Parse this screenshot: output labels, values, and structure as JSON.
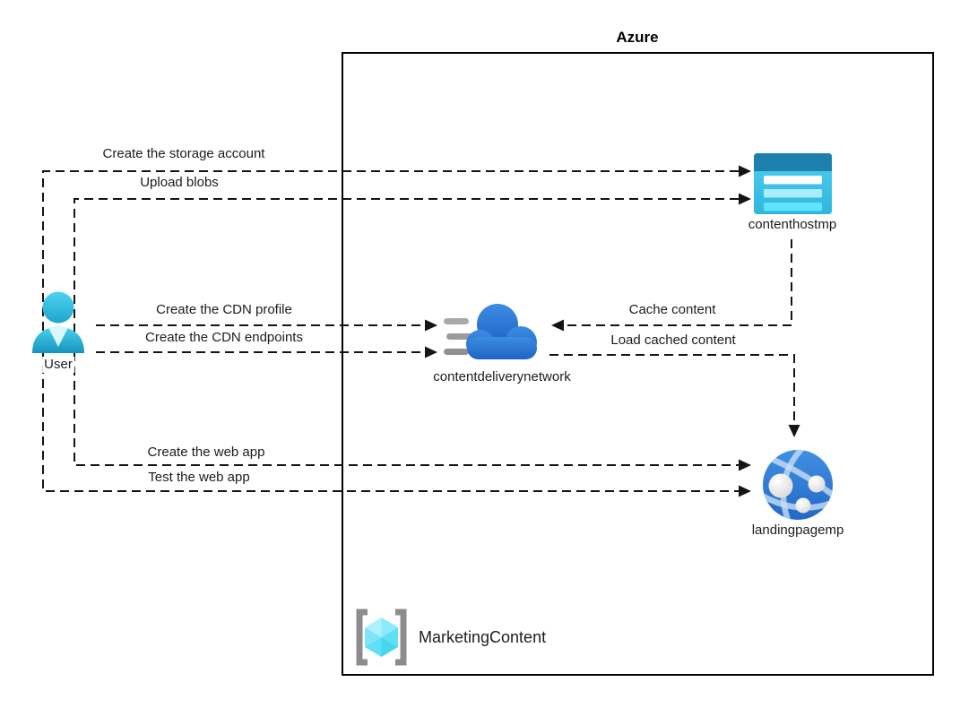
{
  "boundary": {
    "label": "Azure"
  },
  "nodes": {
    "user": {
      "label": "User",
      "icon": "user-icon"
    },
    "storage": {
      "label": "contenthostmp",
      "icon": "storage-account-icon"
    },
    "cdn": {
      "label": "contentdeliverynetwork",
      "icon": "cdn-icon"
    },
    "webapp": {
      "label": "landingpagemp",
      "icon": "web-app-globe-icon"
    },
    "resource_group": {
      "label": "MarketingContent",
      "icon": "resource-group-icon"
    }
  },
  "edges": [
    {
      "id": "create-storage-account",
      "label": "Create the storage account",
      "from": "user",
      "to": "storage"
    },
    {
      "id": "upload-blobs",
      "label": "Upload blobs",
      "from": "user",
      "to": "storage"
    },
    {
      "id": "create-cdn-profile",
      "label": "Create the CDN profile",
      "from": "user",
      "to": "cdn"
    },
    {
      "id": "create-cdn-endpoints",
      "label": "Create the CDN endpoints",
      "from": "user",
      "to": "cdn"
    },
    {
      "id": "cache-content",
      "label": "Cache content",
      "from": "storage",
      "to": "cdn"
    },
    {
      "id": "load-cached-content",
      "label": "Load cached content",
      "from": "cdn",
      "to": "webapp"
    },
    {
      "id": "create-web-app",
      "label": "Create the web app",
      "from": "user",
      "to": "webapp"
    },
    {
      "id": "test-web-app",
      "label": "Test the web app",
      "from": "user",
      "to": "webapp"
    }
  ],
  "colors": {
    "connector": "#141414",
    "storage_header_blue": "#1e80ac",
    "storage_body_cyan": "#3fc9ec",
    "cdn_cloud_blue": "#2b76d4",
    "globe_blue": "#3082da",
    "user_cyan": "#2ab5da",
    "cube_cyan": "#55dbf2",
    "bracket_gray": "#8c8c8c"
  }
}
